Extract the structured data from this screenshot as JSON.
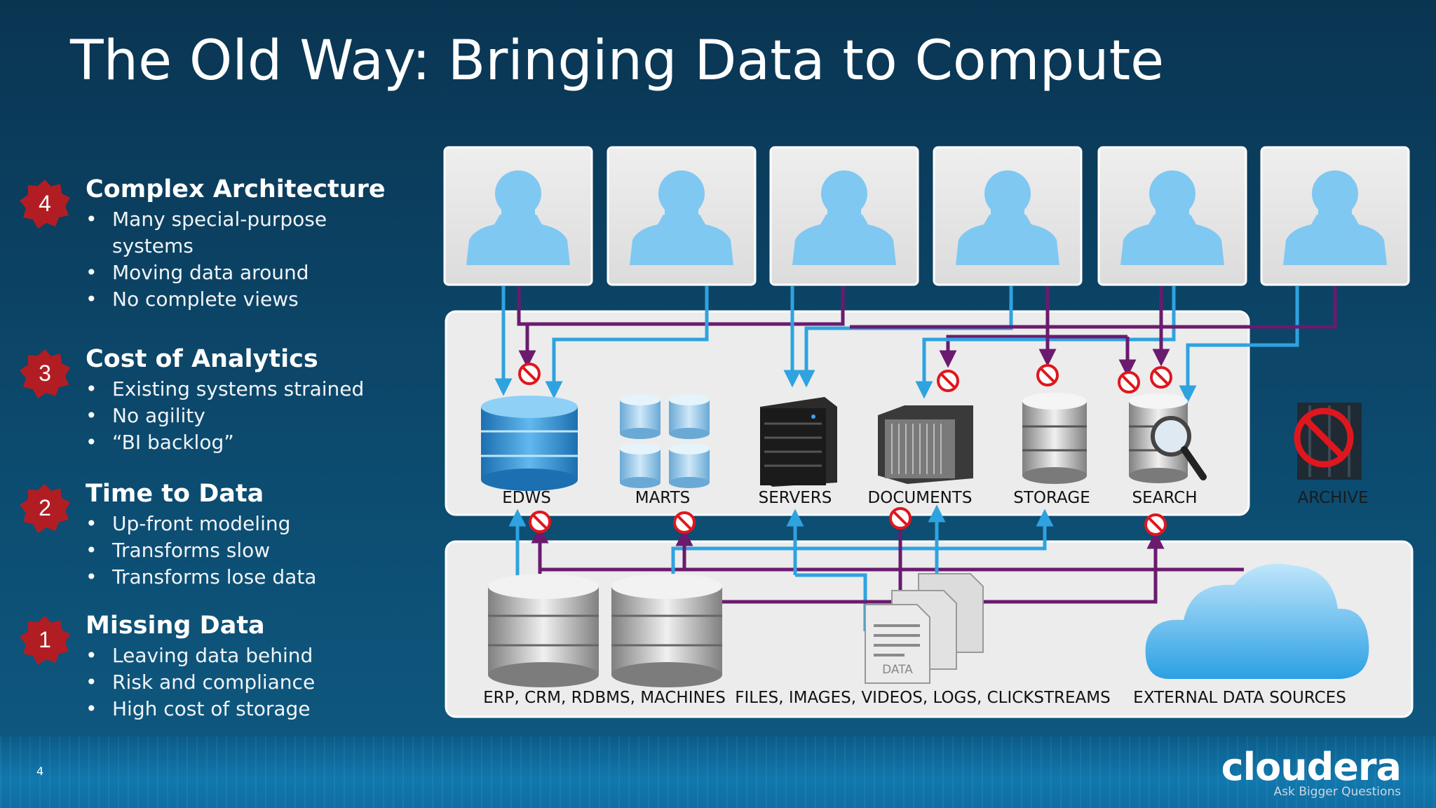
{
  "title": "The Old Way: Bringing Data to Compute",
  "items": [
    {
      "number": "4",
      "heading": "Complex Architecture",
      "bullets": [
        "Many special-purpose systems",
        "Moving data around",
        "No complete views"
      ]
    },
    {
      "number": "3",
      "heading": "Cost of Analytics",
      "bullets": [
        "Existing systems strained",
        "No agility",
        "“BI backlog”"
      ]
    },
    {
      "number": "2",
      "heading": "Time to Data",
      "bullets": [
        "Up-front modeling",
        "Transforms slow",
        "Transforms lose data"
      ]
    },
    {
      "number": "1",
      "heading": "Missing Data",
      "bullets": [
        "Leaving data behind",
        "Risk and compliance",
        "High cost of storage"
      ]
    }
  ],
  "systems": {
    "edws": "EDWS",
    "marts": "MARTS",
    "servers": "SERVERS",
    "documents": "DOCUMENTS",
    "storage": "STORAGE",
    "search": "SEARCH",
    "archive": "ARCHIVE"
  },
  "sources": {
    "erp": "ERP, CRM, RDBMS, MACHINES",
    "files": "FILES, IMAGES, VIDEOS, LOGS, CLICKSTREAMS",
    "external": "EXTERNAL DATA SOURCES",
    "doc_text": "DATA"
  },
  "footer": {
    "slide_number": "4",
    "logo": "cloudera",
    "tagline": "Ask Bigger Questions"
  },
  "colors": {
    "arrow_blue": "#2ea3e0",
    "arrow_purple": "#6a1b6e",
    "badge_red": "#b21d24",
    "no_sign": "#e0161e"
  },
  "icons": [
    "user-silhouette-icon",
    "database-icon",
    "server-icon",
    "document-icon",
    "cloud-icon",
    "magnifier-icon",
    "no-entry-icon"
  ]
}
